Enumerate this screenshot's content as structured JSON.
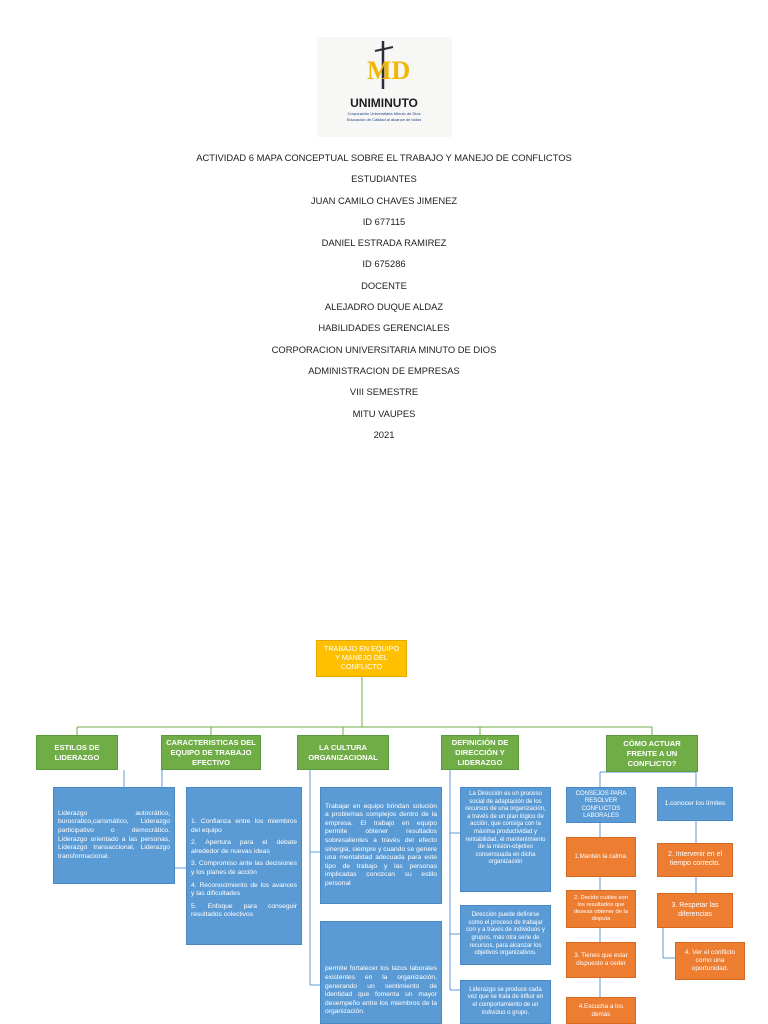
{
  "logo": {
    "brand": "UNIMINUTO",
    "initials": "MD",
    "sub1": "Corporación Universitaria Minuto de Dios",
    "sub2": "Educación de Calidad al alcance de todos"
  },
  "cover": {
    "lines": [
      "ACTIVIDAD 6 MAPA CONCEPTUAL SOBRE EL TRABAJO Y MANEJO DE CONFLICTOS",
      "ESTUDIANTES",
      "JUAN CAMILO CHAVES JIMENEZ",
      "ID 677115",
      "DANIEL ESTRADA RAMIREZ",
      "ID 675286",
      "DOCENTE",
      "ALEJADRO DUQUE ALDAZ",
      "HABILIDADES GERENCIALES",
      "CORPORACION UNIVERSITARIA MINUTO DE DIOS",
      "ADMINISTRACION DE EMPRESAS",
      "VIII SEMESTRE",
      "MITU VAUPES",
      "2021"
    ]
  },
  "map": {
    "root": "TRABAJO EN EQUIPO Y MANEJO DEL CONFLICTO",
    "categories": [
      "ESTILOS DE LIDERAZGO",
      "CARACTERISTICAS DEL EQUIPO DE TRABAJO EFECTIVO",
      "LA CULTURA ORGANIZACIONAL",
      "DEFINICIÓN DE DIRECCIÓN Y LIDERAZGO",
      "CÓMO ACTUAR FRENTE A UN CONFLICTO?"
    ],
    "estilos_text": "Liderazgo autocrático, burocratico,carismático, Liderazgo participativo o democrático. Liderazgo orientado a las personas, Liderazgo transaccional, Liderazgo transformacional.",
    "caracteristicas_items": [
      "1. Confianza entre los miembros del equipo",
      "2. Apertura para el debate alrededor de nuevas ideas",
      "3. Compromiso ante las decisiones y los planes de acción",
      "4. Reconocimiento de los avances y las dificultades",
      "5. Enfoque para conseguir resultados colectivos"
    ],
    "cultura_text1": "Trabajar en equipo brindan solución a problemas complejos dentro de la empresa. El trabajo en equipo permite obtener resultados sobresalientes a través del efecto sinergia, siempre y cuando se genere una mentalidad adecuada para este tipo de trabajo y las personas implicadas conozcan su estilo personal",
    "cultura_text2": "permite fortalecer los lazos laborales existentes en la organización, generando un sentimiento de identidad que fomenta un mayor desempeño entre los miembros de la organización.",
    "definicion_texts": [
      "La Dirección es un proceso social de adaptación de los recursos de una organización, a través de un plan lógico de acción, que consiga con la máxima productividad y rentabilidad, el mantenimiento de la misión-objetivo consensuada en dicha organización",
      "Dirección puede definirse como el proceso de trabajar con y a través de individuos y grupos, más otra serie de recursos, para alcanzar los objetivos organizativos.",
      "Liderazgo se produce cada vez que se trata de influir en el comportamiento de un individuo o grupo."
    ],
    "consejos_title": "CONSEJOS PARA RESOLVER CONFLICTOS LABORALES",
    "consejos": [
      "1.Mantén la calma.",
      "2. Decide cuáles son los resultados que deseas obtener de la disputa",
      "3. Tienes que estar dispuesto a ceder",
      "4.Escucha a los demás"
    ],
    "limites_title": "1.conocer los límites",
    "limites": [
      "2. Intervenir en el tiempo correcto.",
      "3. Respetar las diferencias",
      "4. Ver el conflicto como una oportunidad."
    ]
  }
}
